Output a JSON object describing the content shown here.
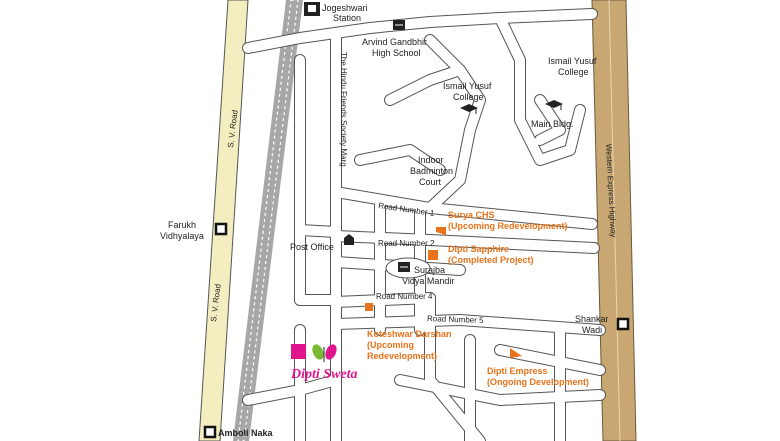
{
  "landmarks": {
    "jogeshwari_line1": "Jogeshwari",
    "jogeshwari_line2": "Station",
    "arvind_line1": "Arvind Gandbhir",
    "arvind_line2": "High School",
    "ismail1_line1": "Ismail Yusuf",
    "ismail1_line2": "College",
    "ismail2_line1": "Ismail Yusuf",
    "ismail2_line2": "College",
    "main_bldg": "Main Bldg.",
    "indoor_line1": "Indoor",
    "indoor_line2": "Badminton",
    "indoor_line3": "Court",
    "farukh_line1": "Farukh",
    "farukh_line2": "Vidhyalaya",
    "post_office": "Post Office",
    "surajba_line1": "Surajba",
    "surajba_line2": "Vidya Mandir",
    "shankar_line1": "Shankar",
    "shankar_line2": "Wadi",
    "amboli": "Amboli Naka"
  },
  "roads": {
    "sv_road_top": "S. V. Road",
    "sv_road_bottom": "S. V. Road",
    "hindu_friends": "The Hindu Friends Society Marg",
    "western_express": "Western Express Highway",
    "road1": "Road Number 1",
    "road2": "Road Number 2",
    "road4": "Road Number 4",
    "road5": "Road Number 5"
  },
  "projects": {
    "surya_line1": "Surya CHS",
    "surya_line2": "(Upcoming Redevelopment)",
    "sapphire_line1": "Dipti Sapphire",
    "sapphire_line2": "(Completed Project)",
    "koteshwar_line1": "Koteshwar Darshan",
    "koteshwar_line2": "(Upcoming",
    "koteshwar_line3": "Redevelopment)",
    "empress_line1": "Dipti Empress",
    "empress_line2": "(Ongoing Development)"
  },
  "logo": {
    "text": "Dipti Sweta"
  },
  "colors": {
    "project": "#e8731b",
    "highway": "#c9a773",
    "sv_road": "#f3eec0",
    "road_outline": "#555555",
    "rail": "#a7a7a7",
    "logo_pink": "#e0148c",
    "logo_green": "#7ab833"
  }
}
